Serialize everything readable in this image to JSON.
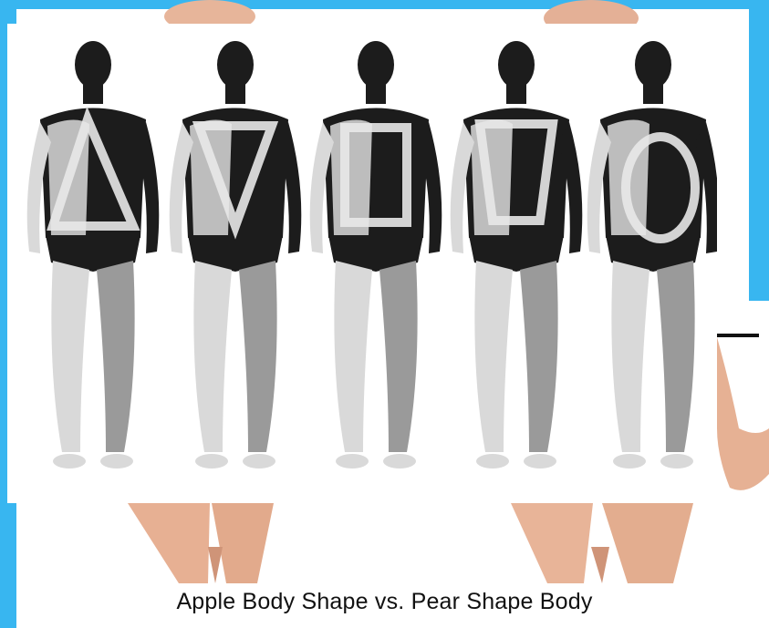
{
  "caption": "Apple Body Shape vs. Pear Shape Body",
  "figures": [
    {
      "shape": "triangle"
    },
    {
      "shape": "inverted-triangle"
    },
    {
      "shape": "rectangle"
    },
    {
      "shape": "trapezoid"
    },
    {
      "shape": "oval"
    }
  ],
  "colors": {
    "frame": "#38b6f0",
    "skin": "#e9b79b",
    "figure_dark": "#1c1c1c",
    "figure_light": "#d9d9d9"
  }
}
